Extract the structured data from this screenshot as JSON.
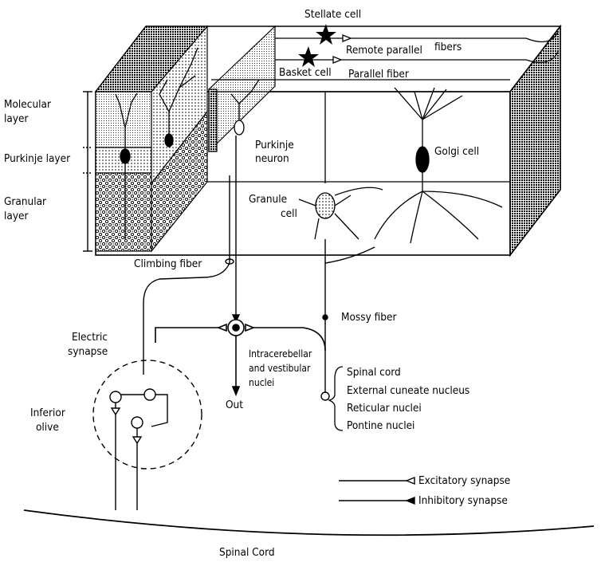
{
  "diagram": {
    "block_labels": {
      "stellate_cell": "Stellate cell",
      "remote_parallel_fibers_a": "Remote parallel",
      "remote_parallel_fibers_b": "fibers",
      "basket_cell": "Basket cell",
      "parallel_fiber": "Parallel fiber",
      "purkinje_neuron_a": "Purkinje",
      "purkinje_neuron_b": "neuron",
      "golgi_cell": "Golgi cell",
      "granule_cell_a": "Granule",
      "granule_cell_b": "cell",
      "climbing_fiber": "Climbing fiber",
      "mossy_fiber": "Mossy fiber"
    },
    "layer_labels": {
      "molecular_a": "Molecular",
      "molecular_b": "layer",
      "purkinje": "Purkinje layer",
      "granular_a": "Granular",
      "granular_b": "layer"
    },
    "nuclei": {
      "line1": "Intracerebellar",
      "line2": "and vestibular",
      "line3": "nuclei",
      "out": "Out"
    },
    "olive": {
      "electric_synapse_a": "Electric",
      "electric_synapse_b": "synapse",
      "inferior_olive_a": "Inferior",
      "inferior_olive_b": "olive"
    },
    "mossy_sources": [
      "Spinal cord",
      "External cuneate nucleus",
      "Reticular nuclei",
      "Pontine nuclei"
    ],
    "legend": {
      "excitatory": "Excitatory synapse",
      "inhibitory": "Inhibitory synapse"
    },
    "spinal_cord": "Spinal Cord"
  }
}
